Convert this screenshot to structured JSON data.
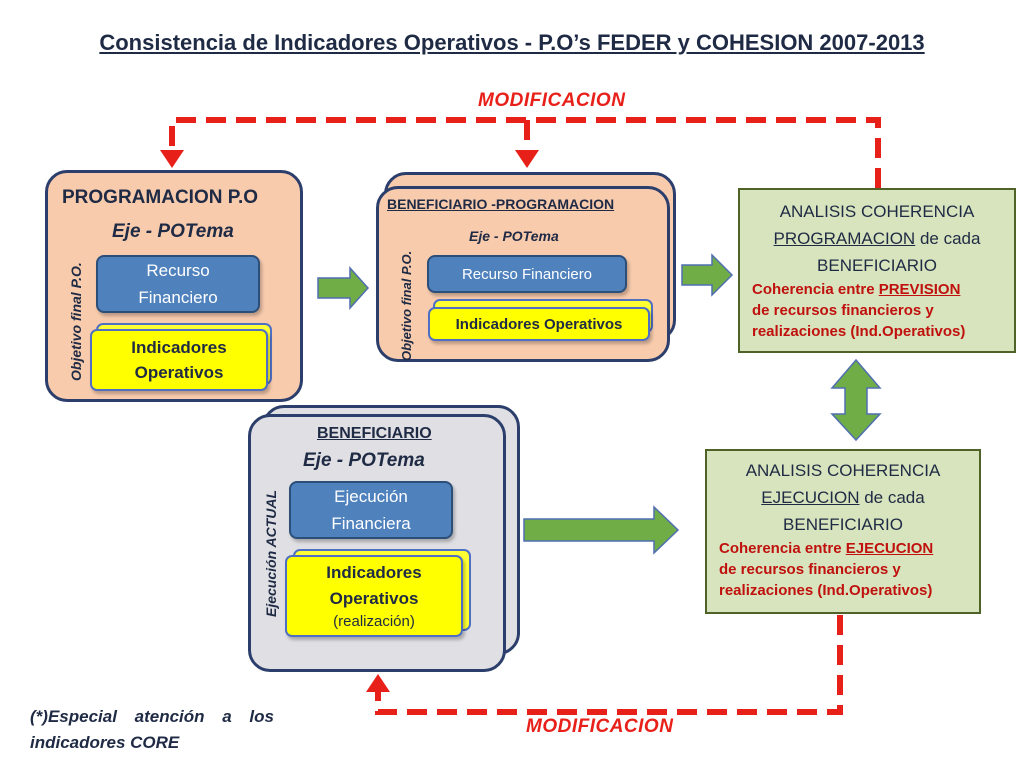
{
  "title": "Consistencia de Indicadores Operativos  - P.O’s FEDER y COHESION 2007-2013",
  "modification_top": "MODIFICACION",
  "modification_bottom": "MODIFICACION",
  "programacion_panel": {
    "title": "PROGRAMACION P.O",
    "axis": "Eje - POTema",
    "vertical_label": "Objetivo final P.O.",
    "financial_box": "Recurso Financiero",
    "indicators_box": "Indicadores Operativos"
  },
  "beneficiario_programacion_panel": {
    "title": "BENEFICIARIO -PROGRAMACION",
    "axis": "Eje - POTema",
    "vertical_label": "Objetivo final P.O.",
    "financial_box": "Recurso Financiero",
    "indicators_box": "Indicadores Operativos"
  },
  "beneficiario_panel": {
    "title": "BENEFICIARIO",
    "axis": "Eje - POTema",
    "vertical_label": "Ejecución ACTUAL",
    "financial_box": "Ejecución Financiera",
    "indicators_box_line1": "Indicadores",
    "indicators_box_line2": "Operativos",
    "indicators_box_line3": "(realización)"
  },
  "analysis_programacion": {
    "line1": "ANALISIS COHERENCIA",
    "line2_underlined": "PROGRAMACION",
    "line2_rest": " de cada",
    "line3": "BENEFICIARIO",
    "detail1_prefix": "Coherencia entre ",
    "detail1_underlined": "PREVISION",
    "detail2": "de recursos financieros y",
    "detail3": "realizaciones (Ind.Operativos)"
  },
  "analysis_ejecucion": {
    "line1": "ANALISIS COHERENCIA",
    "line2_underlined": "EJECUCION",
    "line2_rest": " de cada",
    "line3": "BENEFICIARIO",
    "detail1_prefix": "Coherencia entre ",
    "detail1_underlined": "EJECUCION",
    "detail2": "de recursos financieros y",
    "detail3": "realizaciones (Ind.Operativos)"
  },
  "footnote_line1": "(*)Especial atención a los",
  "footnote_line2": "indicadores CORE",
  "colors": {
    "modification_arrow": "#e8201a",
    "flow_arrow": "#70ad47",
    "peach_panel": "#f8cbad",
    "grey_panel": "#e0e0e4",
    "analysis_panel": "#d7e4bd",
    "blue_box": "#4f81bd",
    "yellow_box": "#ffff00"
  },
  "icons": [
    "dashed-feedback-arrow",
    "green-block-arrow",
    "green-double-arrow"
  ]
}
